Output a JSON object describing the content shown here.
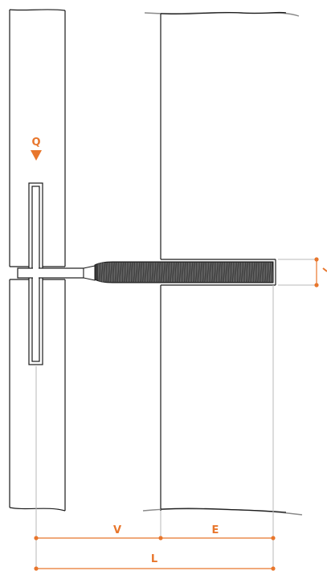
{
  "labels": {
    "load": "Q",
    "dim_v": "V",
    "dim_e": "E",
    "dim_l": "L"
  },
  "colors": {
    "accent": "#e8762c",
    "outline": "#1a1a1a",
    "guide": "#b8b8b8",
    "edge_gray": "#8a8a8a",
    "background": "#ffffff"
  }
}
